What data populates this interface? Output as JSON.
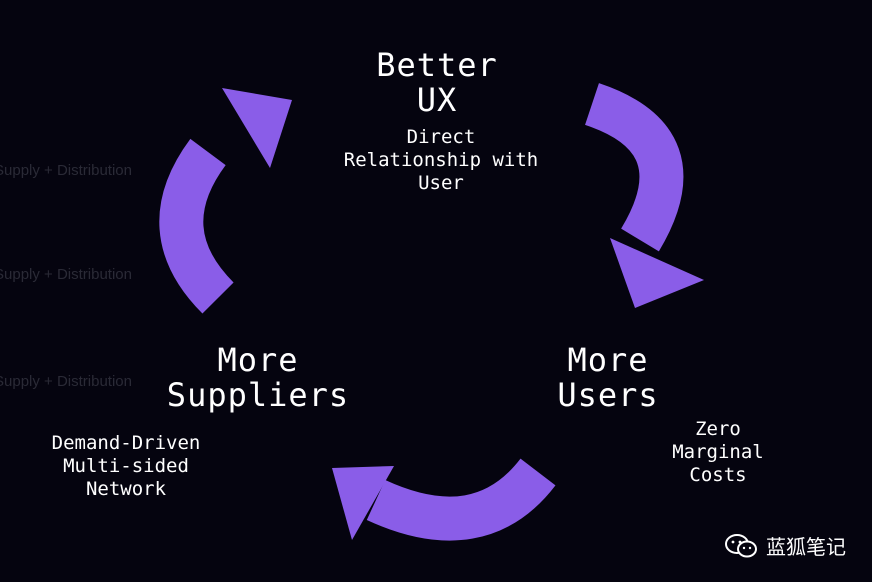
{
  "nodes": {
    "top": {
      "title": "Better\nUX",
      "subtitle": "Direct\nRelationship with\nUser"
    },
    "right": {
      "title": "More\nUsers",
      "subtitle": "Zero\nMarginal\nCosts"
    },
    "left": {
      "title": "More\nSuppliers",
      "subtitle": "Demand-Driven\nMulti-sided\nNetwork"
    }
  },
  "background_text": [
    "Supply + Distribution",
    "Supply + Distribution",
    "Supply + Distribution"
  ],
  "watermark": {
    "label": "蓝狐笔记",
    "icon": "wechat-icon"
  },
  "colors": {
    "background": "#05040f",
    "arrow": "#8a5de8",
    "text": "#ffffff"
  }
}
